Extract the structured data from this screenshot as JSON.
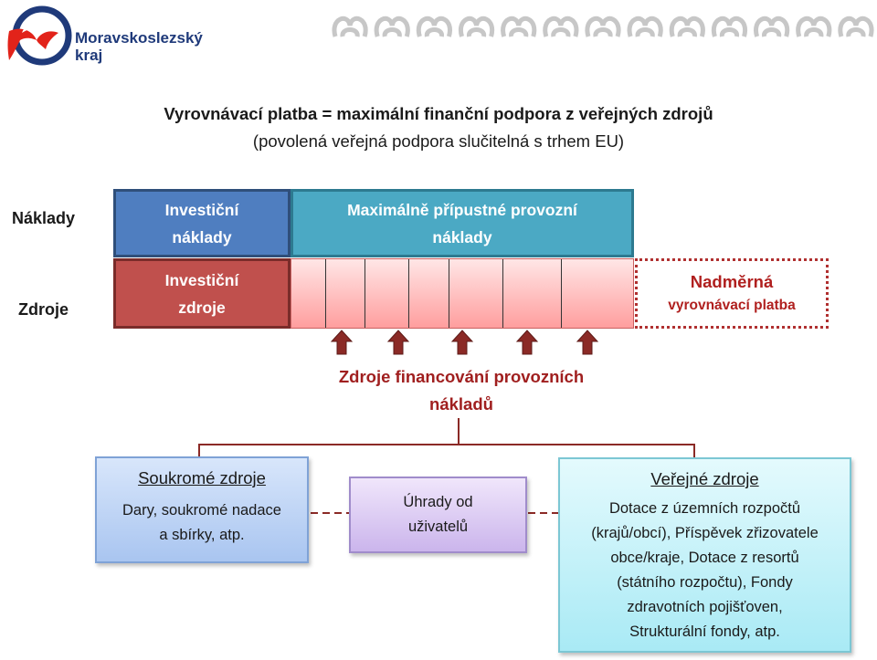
{
  "logo": {
    "name": "Moravskoslezský kraj",
    "line1": "Moravskoslezský",
    "line2": "kraj"
  },
  "ornament": {
    "icon": "celtic-knot-ornament",
    "count": 13,
    "color": "#c7c7c7"
  },
  "title": "Vyrovnávací platba = maximální finanční podpora z veřejných zdrojů",
  "subtitle": "(povolená veřejná podpora slučitelná s trhem EU)",
  "rows": {
    "costs": "Náklady",
    "sources": "Zdroje"
  },
  "bars": {
    "investment_costs": "Investiční\nnáklady",
    "max_operating_costs": "Maximálně přípustné provozní\nnáklady",
    "investment_sources": "Investiční\nzdroje",
    "excess_line1": "Nadměrná",
    "excess_line2": "vyrovnávací platba"
  },
  "arrows": {
    "icon": "up-arrow-icon",
    "count": 5,
    "color": "#8b2a26"
  },
  "caption": "Zdroje financování provozních\nnákladů",
  "panels": {
    "private": {
      "title": "Soukromé zdroje",
      "body": "Dary, soukromé nadace\na sbírky, atp."
    },
    "fees": {
      "body": "Úhrady od\nuživatelů"
    },
    "public": {
      "title": "Veřejné zdroje",
      "body": "Dotace z územních rozpočtů\n(krajů/obcí), Příspěvek zřizovatele\nobce/kraje, Dotace z resortů\n(státního rozpočtu), Fondy\nzdravotních pojišťoven,\nStrukturální fondy, atp."
    }
  },
  "colors": {
    "investment_costs": "#4f7ec0",
    "operating_costs": "#4ba9c4",
    "investment_sources": "#c0504d",
    "accent_red": "#a01f1f"
  }
}
